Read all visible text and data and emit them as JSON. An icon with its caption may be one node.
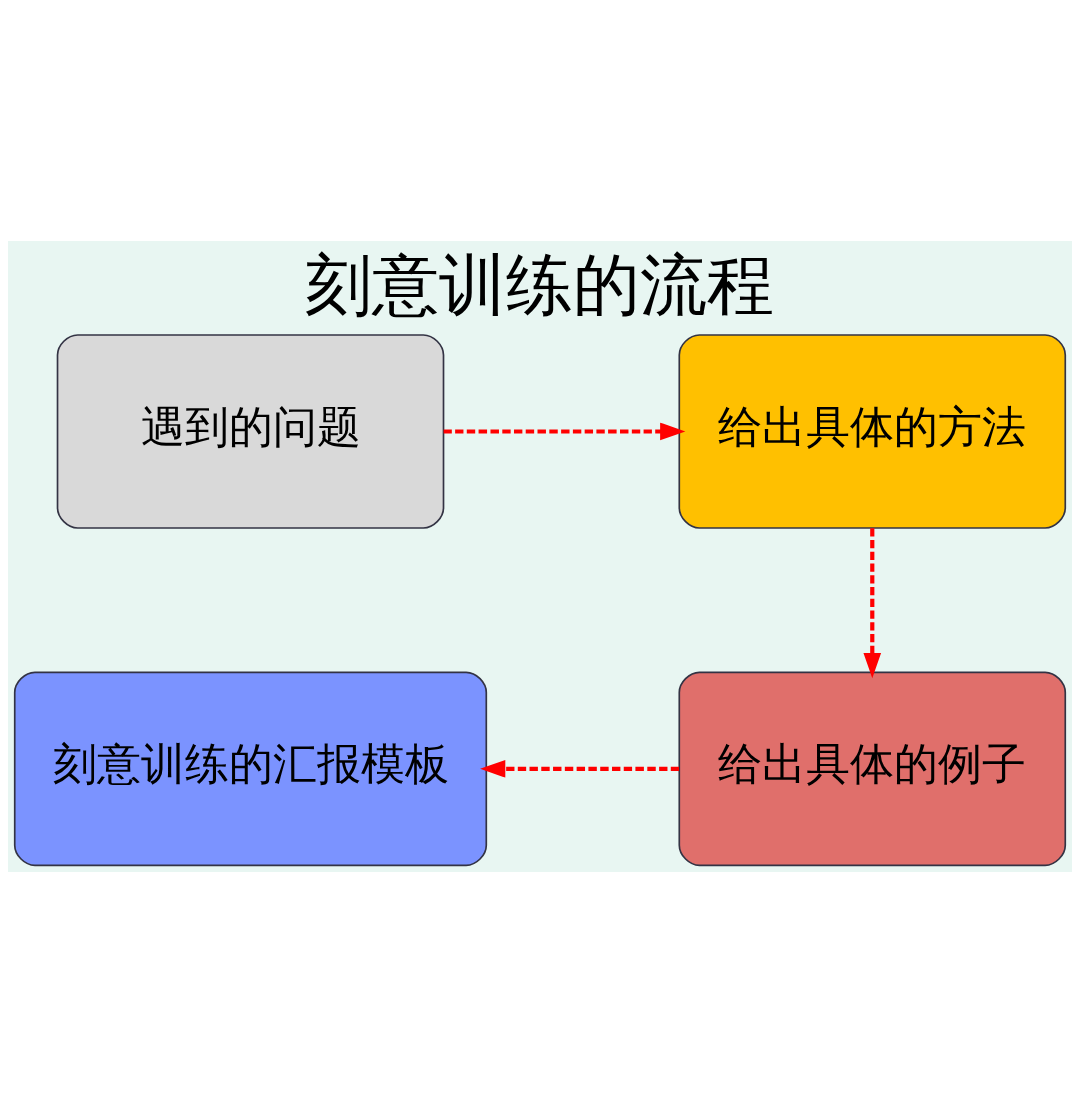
{
  "diagram": {
    "title": "刻意训练的流程",
    "nodes": [
      {
        "text": [
          "遇到的问题"
        ]
      },
      {
        "text": [
          "给出具体的方法"
        ]
      },
      {
        "text": [
          "给出具体的例子"
        ]
      },
      {
        "text": [
          "刻意训练的汇报模板"
        ]
      }
    ],
    "edges": [
      {
        "from": 0,
        "to": 1,
        "arrow": "to",
        "style": "dashed",
        "color": "#ff0000"
      },
      {
        "from": 1,
        "to": 2,
        "arrow": "to",
        "style": "dashed",
        "color": "#ff0000"
      },
      {
        "from": 2,
        "to": 3,
        "arrow": "to",
        "style": "dashed",
        "color": "#ff0000"
      }
    ]
  }
}
